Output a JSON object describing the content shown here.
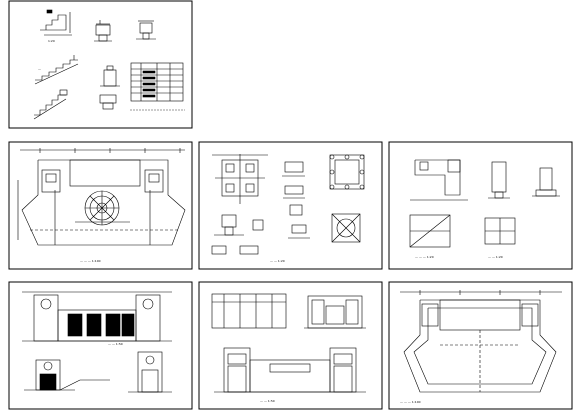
{
  "canvas": {
    "background": "#ffffff",
    "line_color": "#000000"
  },
  "sheets": [
    {
      "id": "sheet-top-left-details",
      "row": 0,
      "col": 0
    },
    {
      "id": "sheet-site-plan",
      "row": 1,
      "col": 0
    },
    {
      "id": "sheet-structural-details",
      "row": 1,
      "col": 1
    },
    {
      "id": "sheet-section-details",
      "row": 1,
      "col": 2
    },
    {
      "id": "sheet-elevations",
      "row": 2,
      "col": 0
    },
    {
      "id": "sheet-front-elevation",
      "row": 2,
      "col": 1
    },
    {
      "id": "sheet-foundation-plan",
      "row": 2,
      "col": 2
    }
  ]
}
